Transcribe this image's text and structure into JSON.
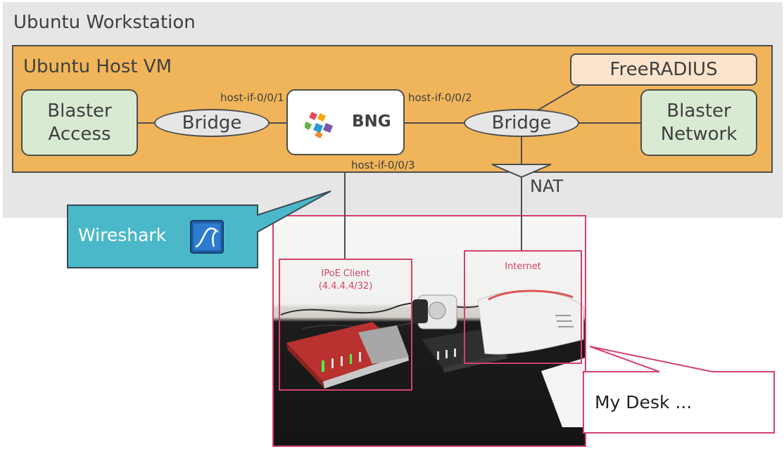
{
  "workstation": {
    "title": "Ubuntu Workstation"
  },
  "host_vm": {
    "title": "Ubuntu Host VM"
  },
  "nodes": {
    "blaster_access": "Blaster\nAccess",
    "bridge_left": "Bridge",
    "bng": "BNG",
    "bridge_right": "Bridge",
    "freeradius": "FreeRADIUS",
    "blaster_network": "Blaster\nNetwork"
  },
  "interfaces": {
    "if1": "host-if-0/0/1",
    "if2": "host-if-0/0/2",
    "if3": "host-if-0/0/3"
  },
  "nat": "NAT",
  "callouts": {
    "wireshark": "Wireshark",
    "desk": "My Desk ..."
  },
  "photo": {
    "ipoe_title": "IPoE Client",
    "ipoe_addr": "(4.4.4.4/32)",
    "internet": "Internet"
  },
  "colors": {
    "workstation_bg": "#e6e6e6",
    "host_vm_bg": "#f0b55a",
    "node_green": "#d9ead3",
    "radius_bg": "#fbe3cc",
    "wireshark_bg": "#4bb8c9",
    "highlight": "#d4416d"
  },
  "icons": [
    "rtbrick-logo-icon",
    "wireshark-fin-icon"
  ]
}
